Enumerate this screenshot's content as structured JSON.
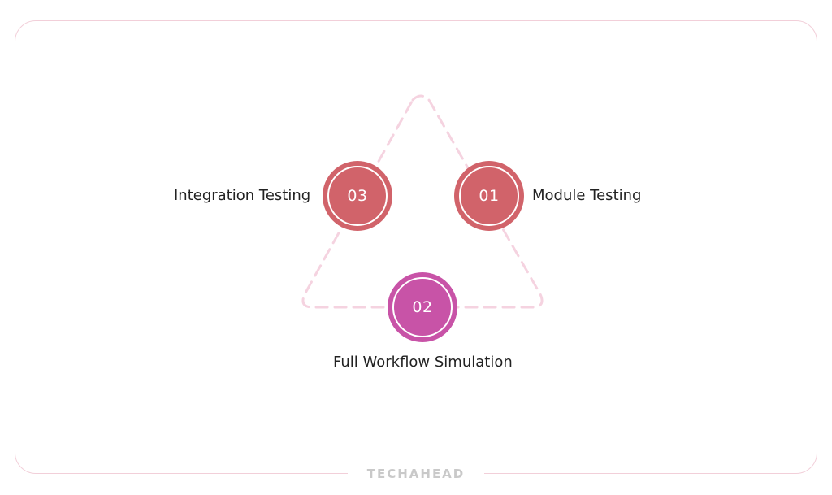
{
  "steps": [
    {
      "number": "01",
      "label": "Module Testing",
      "color": "#d1636a"
    },
    {
      "number": "02",
      "label": "Full Workflow Simulation",
      "color": "#c853a7"
    },
    {
      "number": "03",
      "label": "Integration Testing",
      "color": "#d1636a"
    }
  ],
  "connector_color": "#f5d3e0",
  "frame_color": "#f2cfd9",
  "brand": "TECHAHEAD"
}
